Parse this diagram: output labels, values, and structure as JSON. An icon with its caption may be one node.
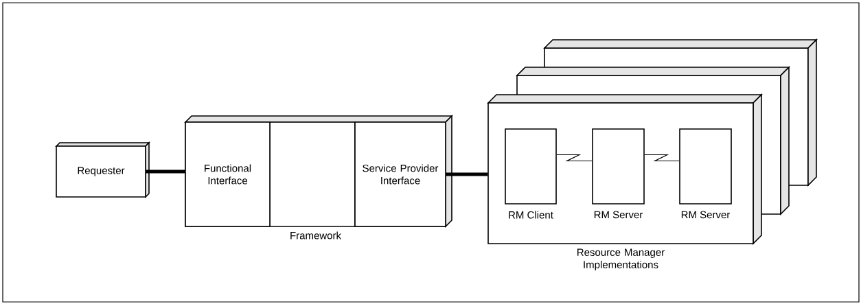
{
  "diagram": {
    "nodes": [
      {
        "text": [
          "Requester"
        ]
      },
      {
        "text": [
          "Framework"
        ]
      },
      {
        "text": [
          "Functional Interface"
        ],
        "in": 1
      },
      {
        "text": [
          "Service Provider Interface"
        ],
        "in": 1
      },
      {
        "text": [
          "Resource Manager Implementations"
        ]
      },
      {
        "text": [],
        "shape": "box",
        "in": 4,
        "beside": [
          "RM Client"
        ]
      },
      {
        "text": [],
        "shape": "box",
        "in": 4,
        "beside": [
          "RM Server"
        ]
      },
      {
        "text": [],
        "shape": "box",
        "in": 4,
        "beside": [
          "RM Server"
        ]
      }
    ],
    "edges": [
      {
        "from": 0,
        "to": 2,
        "arrow": "none",
        "style": "thick"
      },
      {
        "from": 3,
        "to": 4,
        "arrow": "none",
        "style": "thick"
      },
      {
        "from": 5,
        "to": 6,
        "arrow": "none"
      },
      {
        "from": 6,
        "to": 7,
        "arrow": "none"
      }
    ]
  }
}
